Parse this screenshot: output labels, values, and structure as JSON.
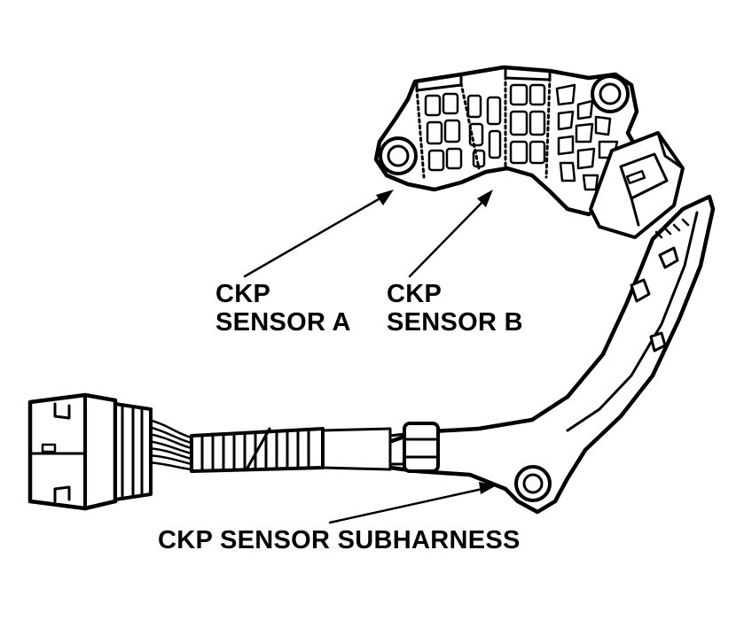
{
  "labels": {
    "sensor_a": {
      "line1": "CKP",
      "line2": "SENSOR A"
    },
    "sensor_b": {
      "line1": "CKP",
      "line2": "SENSOR B"
    },
    "subharness": "CKP SENSOR SUBHARNESS"
  },
  "colors": {
    "ink": "#000000",
    "paper": "#ffffff"
  }
}
